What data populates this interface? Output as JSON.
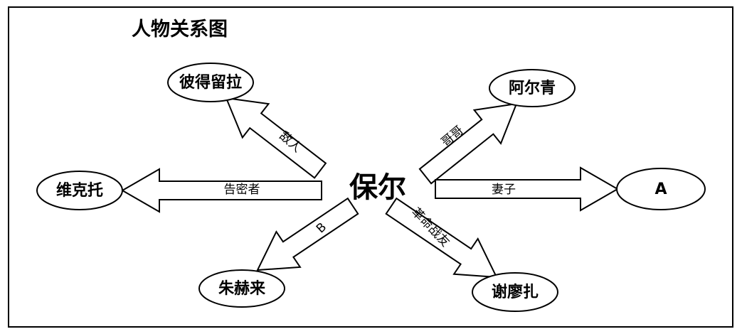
{
  "title": "人物关系图",
  "center": {
    "label": "保尔"
  },
  "nodes": [
    {
      "id": "peter",
      "label": "彼得留拉"
    },
    {
      "id": "alqing",
      "label": "阿尔青"
    },
    {
      "id": "victor",
      "label": "维克托"
    },
    {
      "id": "a",
      "label": "A"
    },
    {
      "id": "zhuhelai",
      "label": "朱赫来"
    },
    {
      "id": "xieliaozha",
      "label": "谢廖扎"
    }
  ],
  "edges": [
    {
      "to": "peter",
      "label": "敌人"
    },
    {
      "to": "alqing",
      "label": "哥哥"
    },
    {
      "to": "victor",
      "label": "告密者"
    },
    {
      "to": "a",
      "label": "妻子"
    },
    {
      "to": "zhuhelai",
      "label": "B"
    },
    {
      "to": "xieliaozha",
      "label": "革命战友"
    }
  ]
}
